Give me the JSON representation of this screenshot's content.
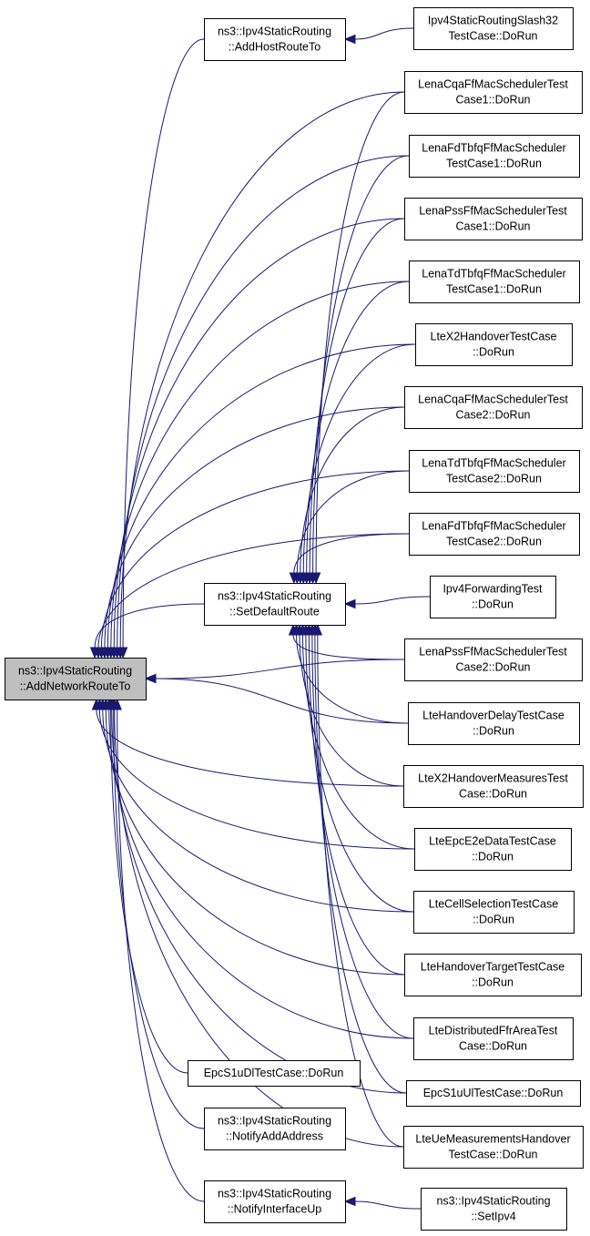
{
  "graph": {
    "colors": {
      "edge": "#191970",
      "node_border": "#000000",
      "node_fill": "#ffffff",
      "root_fill": "#bfbfbf"
    },
    "nodes": [
      {
        "id": "add_network",
        "lines": [
          "ns3::Ipv4StaticRouting",
          "::AddNetworkRouteTo"
        ],
        "root": true
      },
      {
        "id": "add_host",
        "lines": [
          "ns3::Ipv4StaticRouting",
          "::AddHostRouteTo"
        ]
      },
      {
        "id": "set_default",
        "lines": [
          "ns3::Ipv4StaticRouting",
          "::SetDefaultRoute"
        ]
      },
      {
        "id": "epc_s1u_dl",
        "lines": [
          "EpcS1uDlTestCase::DoRun"
        ]
      },
      {
        "id": "notify_add",
        "lines": [
          "ns3::Ipv4StaticRouting",
          "::NotifyAddAddress"
        ]
      },
      {
        "id": "notify_iface",
        "lines": [
          "ns3::Ipv4StaticRouting",
          "::NotifyInterfaceUp"
        ]
      },
      {
        "id": "slash32",
        "lines": [
          "Ipv4StaticRoutingSlash32",
          "TestCase::DoRun"
        ]
      },
      {
        "id": "cqa1",
        "lines": [
          "LenaCqaFfMacSchedulerTest",
          "Case1::DoRun"
        ]
      },
      {
        "id": "fd1",
        "lines": [
          "LenaFdTbfqFfMacScheduler",
          "TestCase1::DoRun"
        ]
      },
      {
        "id": "pss1",
        "lines": [
          "LenaPssFfMacSchedulerTest",
          "Case1::DoRun"
        ]
      },
      {
        "id": "td1",
        "lines": [
          "LenaTdTbfqFfMacScheduler",
          "TestCase1::DoRun"
        ]
      },
      {
        "id": "x2ho",
        "lines": [
          "LteX2HandoverTestCase",
          "::DoRun"
        ]
      },
      {
        "id": "cqa2",
        "lines": [
          "LenaCqaFfMacSchedulerTest",
          "Case2::DoRun"
        ]
      },
      {
        "id": "td2",
        "lines": [
          "LenaTdTbfqFfMacScheduler",
          "TestCase2::DoRun"
        ]
      },
      {
        "id": "fd2",
        "lines": [
          "LenaFdTbfqFfMacScheduler",
          "TestCase2::DoRun"
        ]
      },
      {
        "id": "fwd",
        "lines": [
          "Ipv4ForwardingTest",
          "::DoRun"
        ]
      },
      {
        "id": "pss2",
        "lines": [
          "LenaPssFfMacSchedulerTest",
          "Case2::DoRun"
        ]
      },
      {
        "id": "ho_delay",
        "lines": [
          "LteHandoverDelayTestCase",
          "::DoRun"
        ]
      },
      {
        "id": "x2meas",
        "lines": [
          "LteX2HandoverMeasuresTest",
          "Case::DoRun"
        ]
      },
      {
        "id": "e2e",
        "lines": [
          "LteEpcE2eDataTestCase",
          "::DoRun"
        ]
      },
      {
        "id": "cellsel",
        "lines": [
          "LteCellSelectionTestCase",
          "::DoRun"
        ]
      },
      {
        "id": "ho_target",
        "lines": [
          "LteHandoverTargetTestCase",
          "::DoRun"
        ]
      },
      {
        "id": "ffr",
        "lines": [
          "LteDistributedFfrAreaTest",
          "Case::DoRun"
        ]
      },
      {
        "id": "s1u_ul",
        "lines": [
          "EpcS1uUlTestCase::DoRun"
        ]
      },
      {
        "id": "ue_meas",
        "lines": [
          "LteUeMeasurementsHandover",
          "TestCase::DoRun"
        ]
      },
      {
        "id": "set_ipv4",
        "lines": [
          "ns3::Ipv4StaticRouting",
          "::SetIpv4"
        ]
      }
    ],
    "edges": [
      [
        "add_host",
        "add_network"
      ],
      [
        "set_default",
        "add_network"
      ],
      [
        "epc_s1u_dl",
        "add_network"
      ],
      [
        "notify_add",
        "add_network"
      ],
      [
        "notify_iface",
        "add_network"
      ],
      [
        "cqa1",
        "add_network"
      ],
      [
        "fd1",
        "add_network"
      ],
      [
        "pss1",
        "add_network"
      ],
      [
        "td1",
        "add_network"
      ],
      [
        "x2ho",
        "add_network"
      ],
      [
        "cqa2",
        "add_network"
      ],
      [
        "td2",
        "add_network"
      ],
      [
        "fd2",
        "add_network"
      ],
      [
        "pss2",
        "add_network"
      ],
      [
        "ho_delay",
        "add_network"
      ],
      [
        "x2meas",
        "add_network"
      ],
      [
        "e2e",
        "add_network"
      ],
      [
        "cellsel",
        "add_network"
      ],
      [
        "ho_target",
        "add_network"
      ],
      [
        "ffr",
        "add_network"
      ],
      [
        "s1u_ul",
        "add_network"
      ],
      [
        "ue_meas",
        "add_network"
      ],
      [
        "slash32",
        "add_host"
      ],
      [
        "cqa1",
        "set_default"
      ],
      [
        "fd1",
        "set_default"
      ],
      [
        "pss1",
        "set_default"
      ],
      [
        "td1",
        "set_default"
      ],
      [
        "x2ho",
        "set_default"
      ],
      [
        "cqa2",
        "set_default"
      ],
      [
        "td2",
        "set_default"
      ],
      [
        "fd2",
        "set_default"
      ],
      [
        "fwd",
        "set_default"
      ],
      [
        "pss2",
        "set_default"
      ],
      [
        "ho_delay",
        "set_default"
      ],
      [
        "x2meas",
        "set_default"
      ],
      [
        "e2e",
        "set_default"
      ],
      [
        "cellsel",
        "set_default"
      ],
      [
        "ho_target",
        "set_default"
      ],
      [
        "ffr",
        "set_default"
      ],
      [
        "s1u_ul",
        "set_default"
      ],
      [
        "ue_meas",
        "set_default"
      ],
      [
        "set_ipv4",
        "notify_iface"
      ]
    ]
  }
}
